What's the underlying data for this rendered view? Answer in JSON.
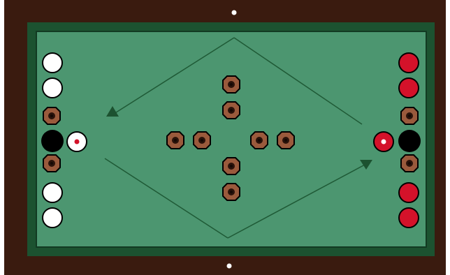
{
  "game": {
    "type": "table board game (billiards-style)",
    "colors": {
      "frame": "#3a1b0f",
      "felt_border": "#1c5230",
      "felt": "#4c9670",
      "line": "#1f5a36",
      "peg": "#9a5a3c",
      "peg_dark": "#2a120a",
      "white_ball": "#ffffff",
      "red_ball": "#d4122a",
      "black_ball": "#000000",
      "spot": "#ffffff"
    },
    "pieces": {
      "left_white_balls": 4,
      "right_red_balls": 4,
      "black_balls": 2,
      "cue_balls": 2,
      "pegs": 12
    },
    "markers": {
      "left_arrow": "triangle-up-icon",
      "right_arrow": "triangle-down-icon"
    }
  }
}
